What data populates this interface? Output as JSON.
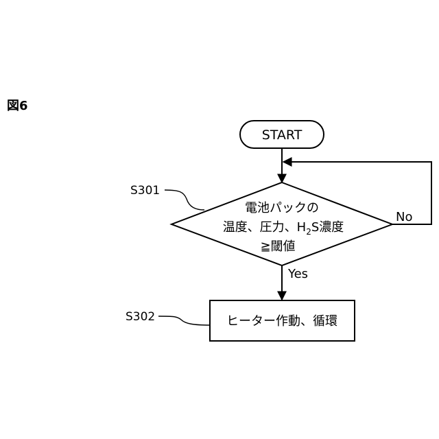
{
  "figure_label": "図6",
  "start": {
    "text": "START"
  },
  "decision": {
    "step": "S301",
    "line1": "電池パックの",
    "line2_prefix": "温度、圧力、H",
    "line2_sub": "2",
    "line2_suffix": "S濃度",
    "line3": "≧閾値",
    "yes": "Yes",
    "no": "No"
  },
  "process": {
    "step": "S302",
    "text": "ヒーター作動、循環"
  }
}
